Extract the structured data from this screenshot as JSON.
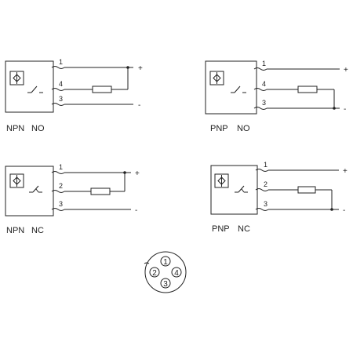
{
  "diagrams": [
    {
      "id": "npn-no",
      "type_label": "NPN",
      "contact_label": "NO",
      "pins": [
        "1",
        "4",
        "3"
      ],
      "polarity": [
        "+",
        "-"
      ]
    },
    {
      "id": "pnp-no",
      "type_label": "PNP",
      "contact_label": "NO",
      "pins": [
        "1",
        "4",
        "3"
      ],
      "polarity": [
        "+",
        "-"
      ]
    },
    {
      "id": "npn-nc",
      "type_label": "NPN",
      "contact_label": "NC",
      "pins": [
        "1",
        "2",
        "3"
      ],
      "polarity": [
        "+",
        "-"
      ]
    },
    {
      "id": "pnp-nc",
      "type_label": "PNP",
      "contact_label": "NC",
      "pins": [
        "1",
        "2",
        "3"
      ],
      "polarity": [
        "+",
        "-"
      ]
    }
  ],
  "connector": {
    "pins": [
      "1",
      "2",
      "3",
      "4"
    ]
  },
  "icons": {
    "sensor": "inductive-sensor-icon",
    "switch": "switch-icon",
    "resistor": "resistor-icon",
    "terminal": "terminal-icon"
  }
}
